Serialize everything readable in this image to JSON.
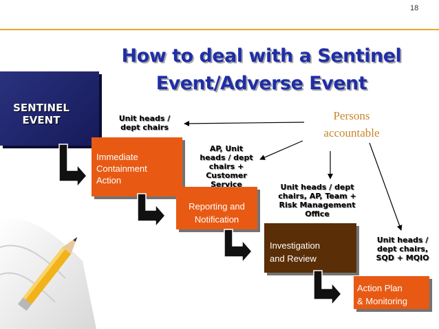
{
  "slide": {
    "number": "18"
  },
  "title": {
    "line1": "How to deal with a Sentinel",
    "line2": "Event/Adverse Event"
  },
  "sentinel": {
    "line1": "SENTINEL",
    "line2": "EVENT"
  },
  "stages": [
    {
      "line1": "Immediate",
      "line2": "Containment",
      "line3": "Action"
    },
    {
      "line1": "Reporting and",
      "line2": "Notification"
    },
    {
      "line1": "Investigation",
      "line2": "and Review"
    },
    {
      "line1": "Action Plan",
      "line2": "& Monitoring"
    }
  ],
  "notes": [
    {
      "lines": [
        "Unit heads /",
        "dept chairs"
      ]
    },
    {
      "lines": [
        "AP, Unit",
        "heads / dept",
        "chairs +",
        "Customer",
        "Service"
      ]
    },
    {
      "lines": [
        "Unit heads / dept",
        "chairs, AP, Team +",
        "Risk Management",
        "Office"
      ]
    },
    {
      "lines": [
        "Unit heads /",
        "dept chairs,",
        "SQD + MQIO"
      ]
    }
  ],
  "accountable": {
    "line1": "Persons",
    "line2": "accountable"
  },
  "colors": {
    "title": "#1f2ea6",
    "stage_orange": "#e85a14",
    "stage_brown": "#5a2e06",
    "sentinel_navy": "#1e2466",
    "persons_text": "#c7862a",
    "rule": "#e8a828"
  },
  "icons": {
    "flow_arrow": "bent-down-right-arrow-icon",
    "illustration": "pencil-icon"
  }
}
